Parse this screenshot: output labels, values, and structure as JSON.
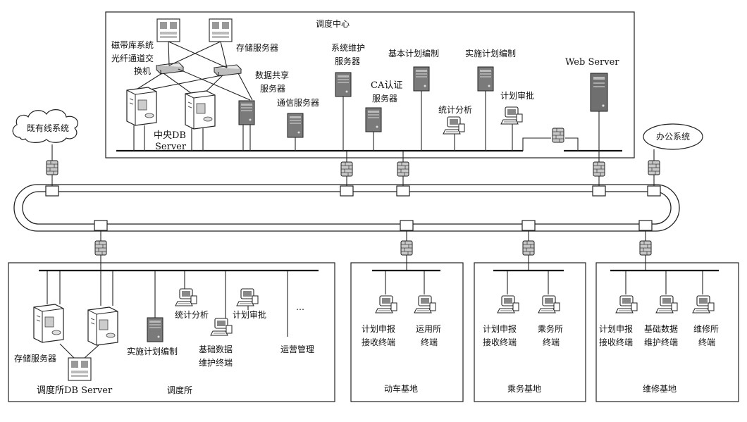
{
  "control_center": {
    "title": "调度中心",
    "tape_library": [
      "磁带库系统",
      "光纤通道交",
      "换机"
    ],
    "storage_server": "存储服务器",
    "data_share_server": [
      "数据共享",
      "服务器"
    ],
    "comm_server": "通信服务器",
    "sys_maint_server": [
      "系统维护",
      "服务器"
    ],
    "ca_server": [
      "CA认证",
      "服务器"
    ],
    "basic_plan": "基本计划编制",
    "stat_analysis": "统计分析",
    "impl_plan": "实施计划编制",
    "plan_approval": "计划审批",
    "web_server": "Web Server",
    "central_db": [
      "中央DB",
      "Server"
    ]
  },
  "existing_system": "既有线系统",
  "office_system": "办公系统",
  "dispatch_office": {
    "title": "调度所",
    "storage_server": "存储服务器",
    "db_server": "调度所DB Server",
    "impl_plan": "实施计划编制",
    "stat_analysis": "统计分析",
    "plan_approval": "计划审批",
    "basic_data": [
      "基础数据",
      "维护终端"
    ],
    "ellipsis": "…",
    "operations": "运营管理"
  },
  "emu_base": {
    "title": "动车基地",
    "terminal_a": [
      "计划申报",
      "接收终端"
    ],
    "terminal_b": [
      "运用所",
      "终端"
    ]
  },
  "crew_base": {
    "title": "乘务基地",
    "terminal_a": [
      "计划申报",
      "接收终端"
    ],
    "terminal_b": [
      "乘务所",
      "终端"
    ]
  },
  "maint_base": {
    "title": "维修基地",
    "terminal_a": [
      "计划申报",
      "接收终端"
    ],
    "terminal_b": [
      "基础数据",
      "维护终端"
    ],
    "terminal_c": [
      "维修所",
      "终端"
    ]
  },
  "icons": {
    "server": "server-tower-icon",
    "workstation": "computer-workstation-icon",
    "firewall": "firewall-icon",
    "switch": "fiber-switch-icon",
    "db_server": "database-server-icon",
    "storage": "storage-array-icon"
  }
}
